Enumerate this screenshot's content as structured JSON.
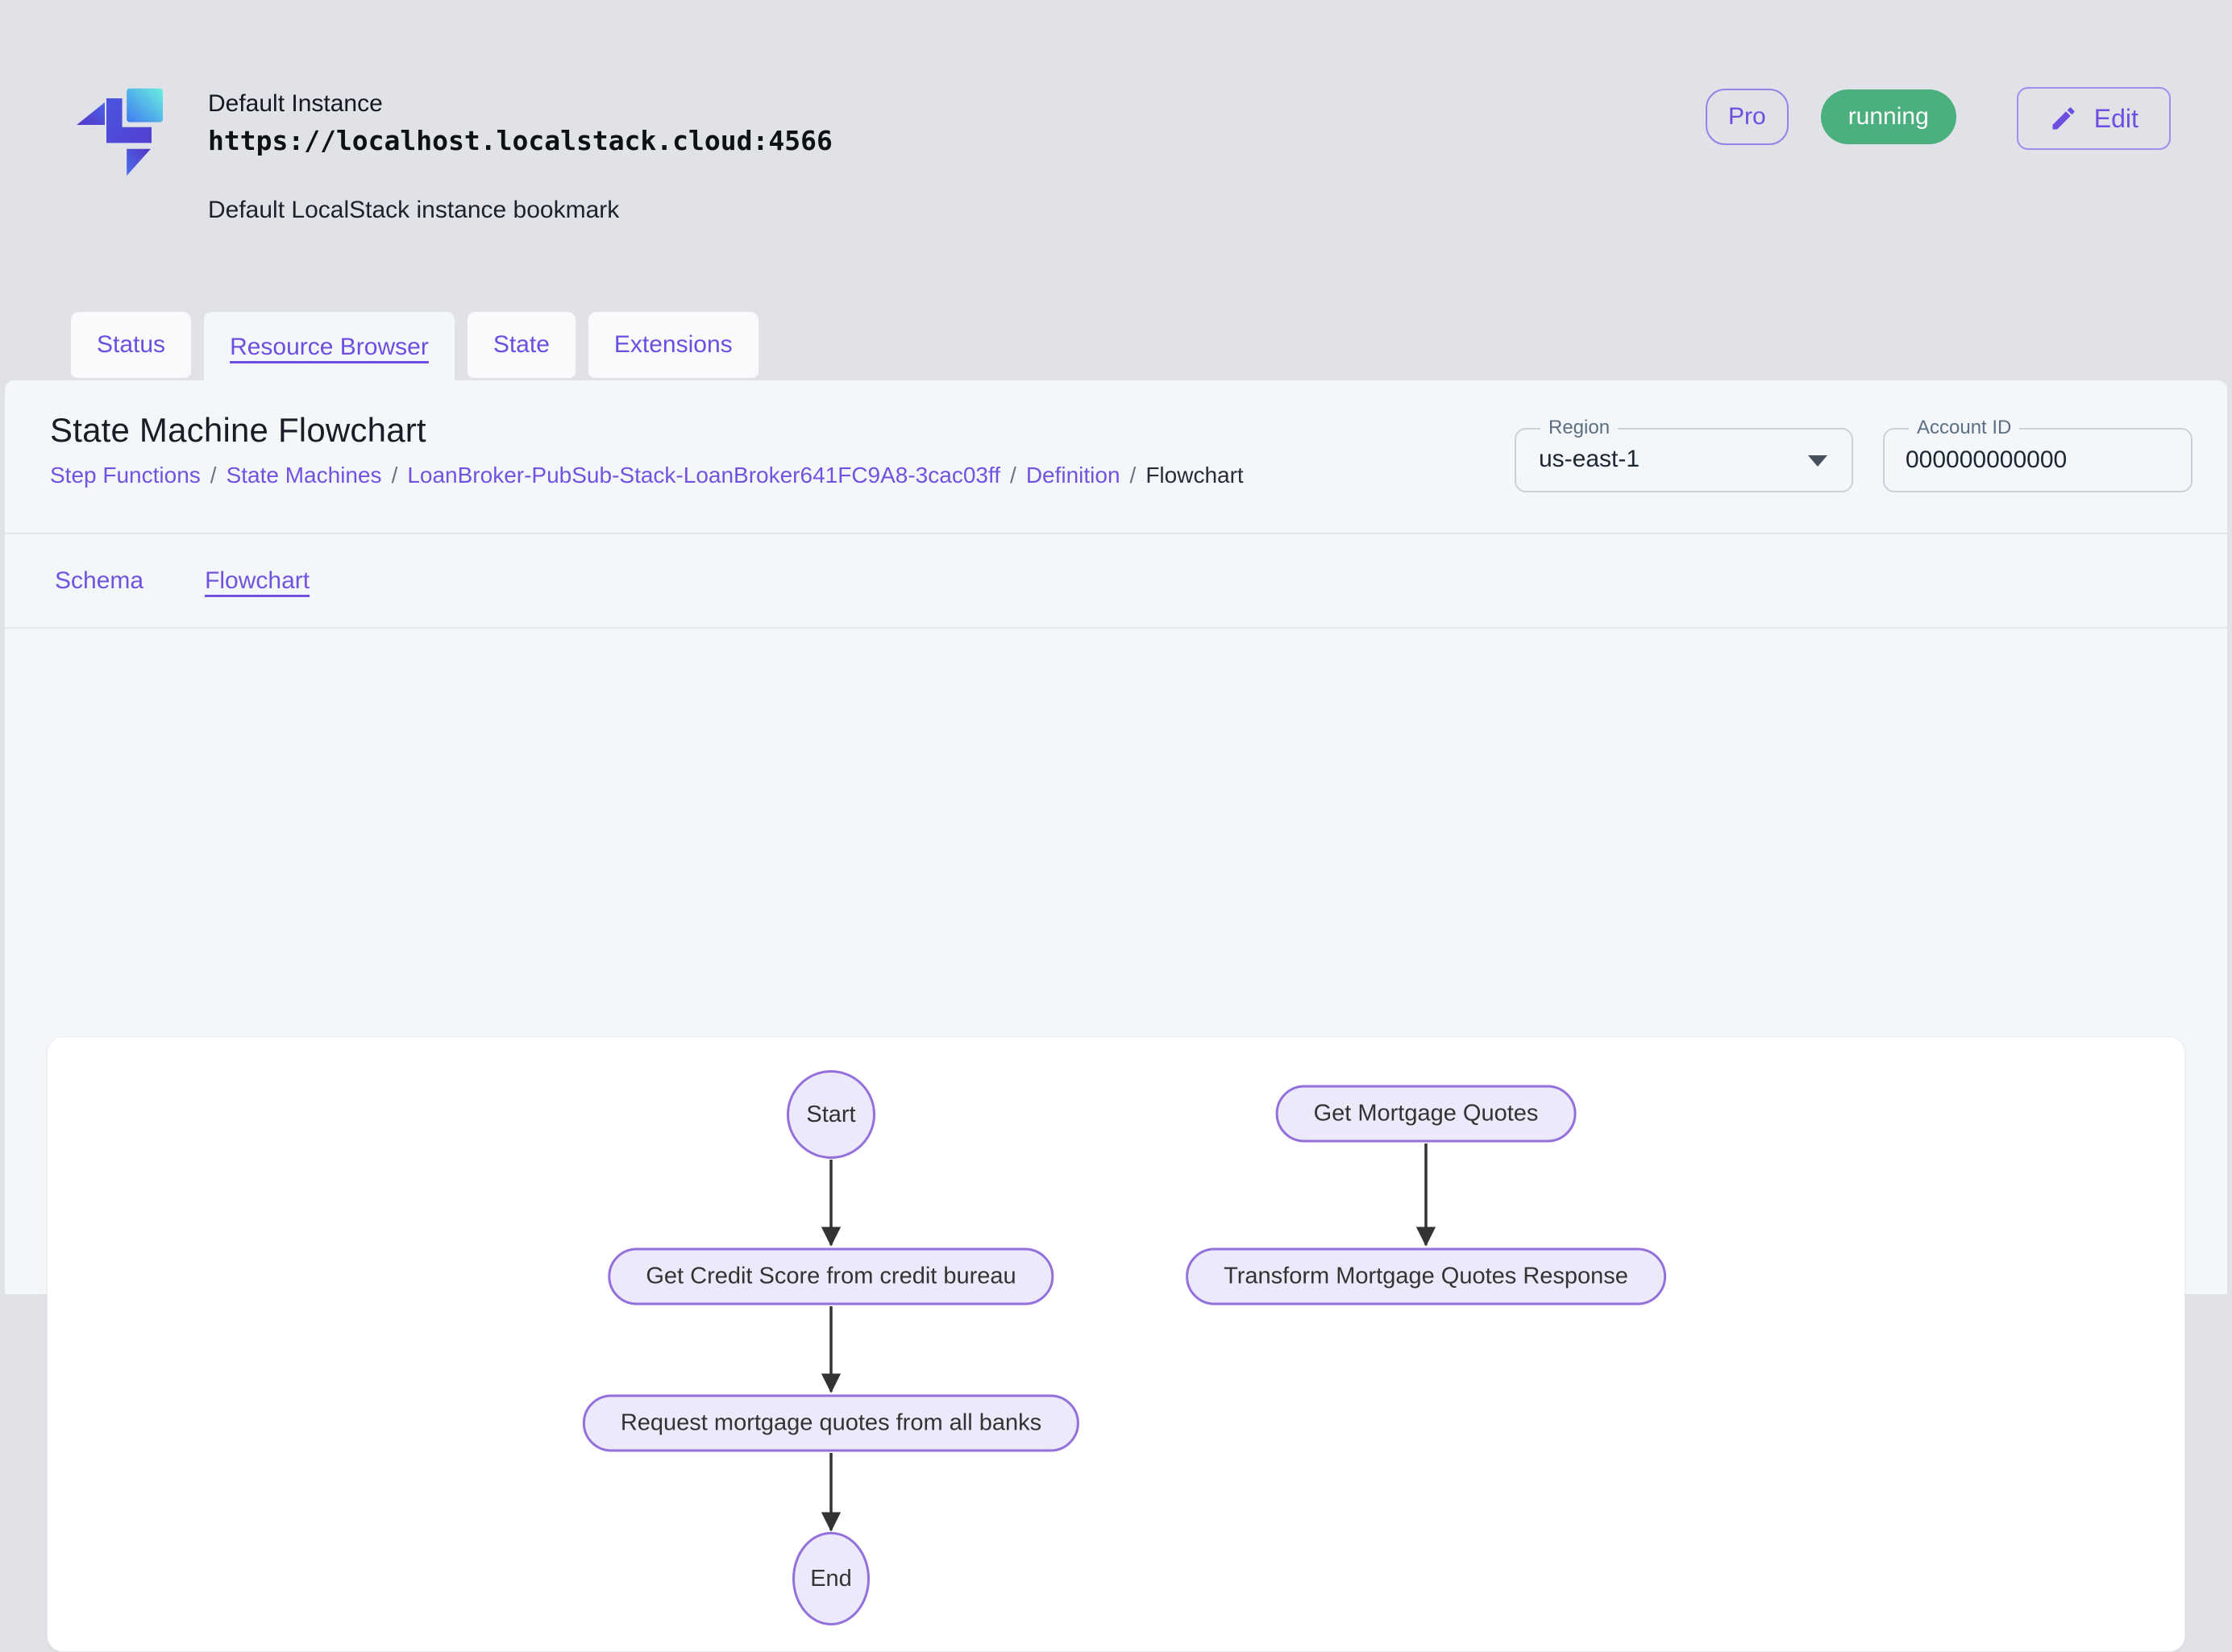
{
  "header": {
    "instance_name": "Default Instance",
    "instance_url": "https://localhost.localstack.cloud:4566",
    "instance_description": "Default LocalStack instance bookmark",
    "pro_badge": "Pro",
    "status_badge": "running",
    "edit_button": "Edit"
  },
  "tabs": [
    {
      "label": "Status",
      "active": false
    },
    {
      "label": "Resource Browser",
      "active": true
    },
    {
      "label": "State",
      "active": false
    },
    {
      "label": "Extensions",
      "active": false
    }
  ],
  "page": {
    "title": "State Machine Flowchart",
    "breadcrumbs": [
      "Step Functions",
      "State Machines",
      "LoanBroker-PubSub-Stack-LoanBroker641FC9A8-3cac03ff",
      "Definition",
      "Flowchart"
    ],
    "breadcrumb_separator": "/",
    "region": {
      "label": "Region",
      "value": "us-east-1"
    },
    "account": {
      "label": "Account ID",
      "value": "000000000000"
    },
    "subtabs": [
      {
        "label": "Schema",
        "active": false
      },
      {
        "label": "Flowchart",
        "active": true
      }
    ]
  },
  "flowchart": {
    "nodes": [
      {
        "id": "start",
        "label": "Start",
        "shape": "circle"
      },
      {
        "id": "get-mortgage-quotes",
        "label": "Get Mortgage Quotes",
        "shape": "stadium"
      },
      {
        "id": "get-credit-score",
        "label": "Get Credit Score from credit bureau",
        "shape": "stadium"
      },
      {
        "id": "transform-mortgage-quotes",
        "label": "Transform Mortgage Quotes Response",
        "shape": "stadium"
      },
      {
        "id": "request-mortgage-quotes",
        "label": "Request mortgage quotes from all banks",
        "shape": "stadium"
      },
      {
        "id": "end",
        "label": "End",
        "shape": "ellipse"
      }
    ],
    "edges": [
      {
        "from": "start",
        "to": "get-credit-score"
      },
      {
        "from": "get-credit-score",
        "to": "request-mortgage-quotes"
      },
      {
        "from": "request-mortgage-quotes",
        "to": "end"
      },
      {
        "from": "get-mortgage-quotes",
        "to": "transform-mortgage-quotes"
      }
    ]
  },
  "colors": {
    "accent_purple": "#7253e0",
    "status_running_green": "#4caf7e",
    "node_fill": "#ece9fb",
    "node_stroke": "#9370DB",
    "arrow": "#333333",
    "header_background": "#e0e2e7",
    "panel_background": "#f4f7fa"
  }
}
